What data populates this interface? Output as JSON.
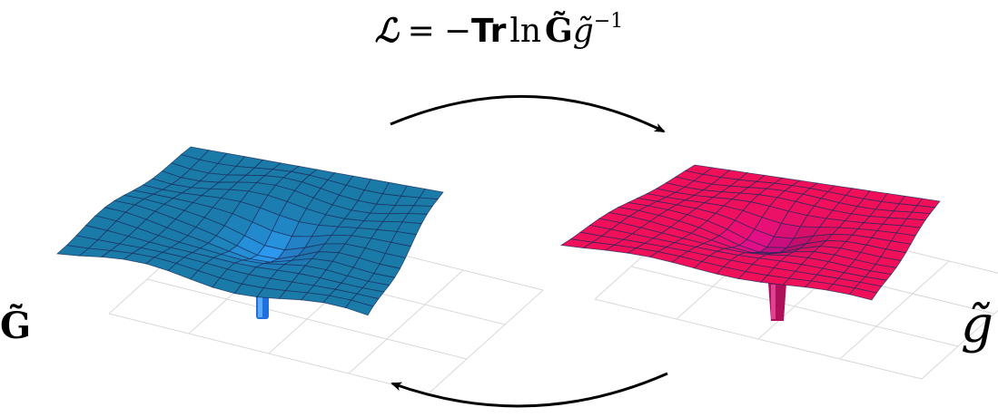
{
  "formula": {
    "lhs": "ℒ",
    "equals": "=",
    "minus": "−",
    "trace": "Tr",
    "log": "ln",
    "G": "G̃",
    "g": "g̃",
    "exponent": "−1"
  },
  "labels": {
    "left": "G̃",
    "right": "g̃"
  },
  "colors": {
    "left_surface": "#1a7aa8",
    "left_center": "#2fa0ff",
    "right_surface": "#f0105a",
    "right_center": "#e0109a",
    "wire": "#1a2a5a",
    "floor_grid": "#d8d8d8",
    "arrow": "#000000"
  },
  "icons": {
    "top_arrow": "curved-arrow-right-icon",
    "bottom_arrow": "curved-arrow-left-icon"
  }
}
